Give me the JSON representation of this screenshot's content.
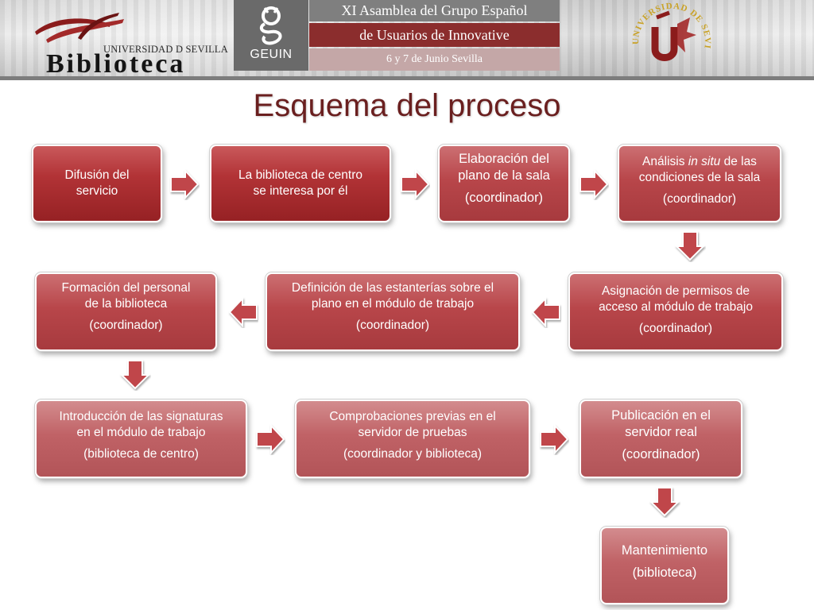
{
  "header": {
    "library_university": "UNIVERSIDAD D SEVILLA",
    "library_title": "Biblioteca",
    "geuin_label": "GEUIN",
    "event_line1": "XI Asamblea del Grupo Español",
    "event_line2": "de Usuarios de Innovative",
    "event_line3": "6 y 7 de Junio Sevilla",
    "seal_text": "UNIVERSIDAD DE SEVILLA"
  },
  "title": "Esquema del proceso",
  "steps": [
    {
      "line1": "Difusión del",
      "line2": "servicio",
      "sub": ""
    },
    {
      "line1": "La biblioteca de centro",
      "line2": "se interesa por él",
      "sub": ""
    },
    {
      "line1": "Elaboración del",
      "line2": "plano de la sala",
      "sub": "(coordinador)"
    },
    {
      "line1_pre": "Análisis ",
      "line1_em": "in situ",
      "line1_post": " de las",
      "line2": "condiciones de la sala",
      "sub": "(coordinador)"
    },
    {
      "line1": "Asignación de permisos de",
      "line2": "acceso al módulo de trabajo",
      "sub": "(coordinador)"
    },
    {
      "line1": "Definición de las estanterías sobre el",
      "line2": "plano en el módulo de trabajo",
      "sub": "(coordinador)"
    },
    {
      "line1": "Formación del personal",
      "line2": "de la biblioteca",
      "sub": "(coordinador)"
    },
    {
      "line1": "Introducción de las signaturas",
      "line2": "en el módulo de trabajo",
      "sub": "(biblioteca de centro)"
    },
    {
      "line1": "Comprobaciones previas en el",
      "line2": "servidor de pruebas",
      "sub": "(coordinador  y biblioteca)"
    },
    {
      "line1": "Publicación en el",
      "line2": "servidor real",
      "sub": "(coordinador)"
    },
    {
      "line1": "Mantenimiento",
      "line2": "",
      "sub": "(biblioteca)"
    }
  ],
  "colors": {
    "dark": "#b23336",
    "mid": "#b8464a",
    "light": "#c06266",
    "title": "#6a1f1f",
    "arrow": "#c0464a"
  },
  "icons": [
    "library-book-logo-icon",
    "geuin-logo-icon",
    "university-seal-icon",
    "arrow-right-icon",
    "arrow-left-icon",
    "arrow-down-icon"
  ]
}
